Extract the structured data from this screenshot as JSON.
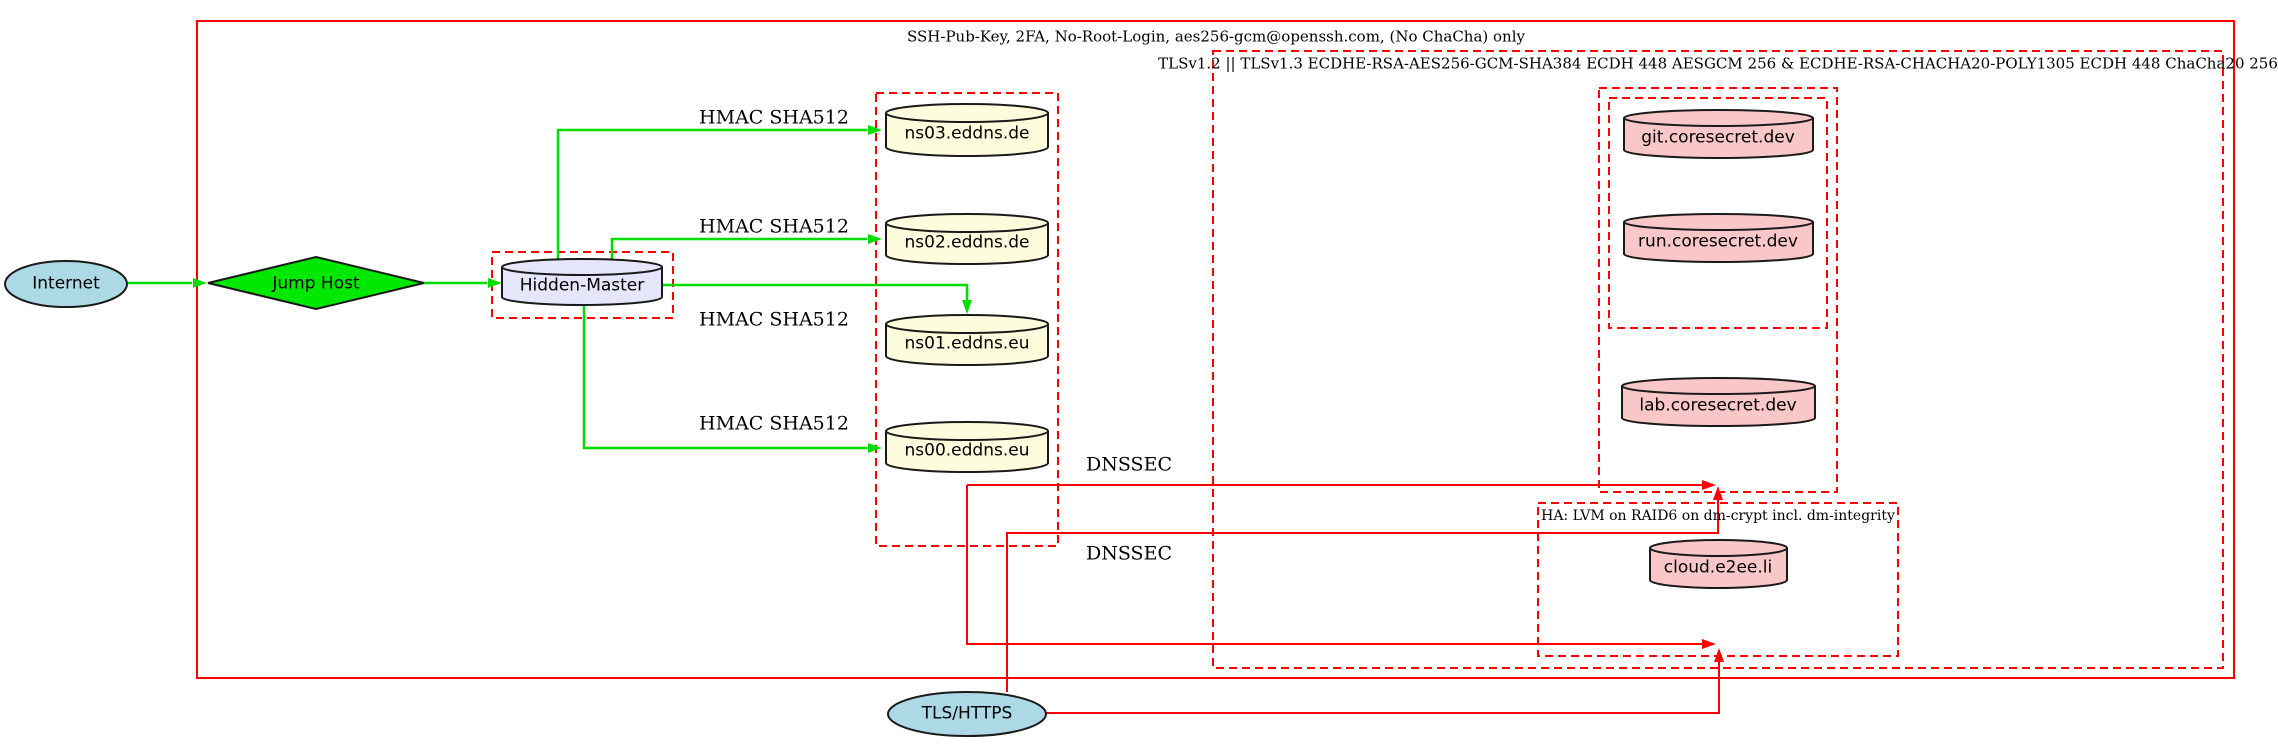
{
  "diagram": {
    "clusters": {
      "ssh": {
        "label": "SSH-Pub-Key, 2FA, No-Root-Login, aes256-gcm@openssh.com, (No ChaCha) only",
        "border_style": "solid",
        "border_color": "#ff0000"
      },
      "tls": {
        "label": "TLSv1.2 || TLSv1.3 ECDHE-RSA-AES256-GCM-SHA384 ECDH 448 AESGCM 256 & ECDHE-RSA-CHACHA20-POLY1305 ECDH 448 ChaCha20 256",
        "border_style": "dashed",
        "border_color": "#ff0000"
      },
      "eddns": {
        "label": "",
        "border_style": "dashed",
        "border_color": "#ff0000"
      },
      "hidden_master_box": {
        "label": "",
        "border_style": "dashed",
        "border_color": "#ff0000"
      },
      "coresecret_outer": {
        "label": "",
        "border_style": "dashed",
        "border_color": "#ff0000"
      },
      "coresecret_inner": {
        "label": "",
        "border_style": "dashed",
        "border_color": "#ff0000"
      },
      "ha": {
        "label": "HA: LVM on RAID6 on dm-crypt incl. dm-integrity",
        "border_style": "dashed",
        "border_color": "#ff0000"
      }
    },
    "nodes": {
      "internet": {
        "label": "Internet",
        "shape": "ellipse",
        "fill": "#add8e6"
      },
      "jump_host": {
        "label": "Jump Host",
        "shape": "diamond",
        "fill": "#00e800"
      },
      "hidden_master": {
        "label": "Hidden-Master",
        "shape": "cylinder",
        "fill": "#e6e6fa"
      },
      "ns03": {
        "label": "ns03.eddns.de",
        "shape": "cylinder",
        "fill": "#fdfcdc"
      },
      "ns02": {
        "label": "ns02.eddns.de",
        "shape": "cylinder",
        "fill": "#fdfcdc"
      },
      "ns01": {
        "label": "ns01.eddns.eu",
        "shape": "cylinder",
        "fill": "#fdfcdc"
      },
      "ns00": {
        "label": "ns00.eddns.eu",
        "shape": "cylinder",
        "fill": "#fdfcdc"
      },
      "git": {
        "label": "git.coresecret.dev",
        "shape": "cylinder",
        "fill": "#f9c7c7"
      },
      "run": {
        "label": "run.coresecret.dev",
        "shape": "cylinder",
        "fill": "#f9c7c7"
      },
      "lab": {
        "label": "lab.coresecret.dev",
        "shape": "cylinder",
        "fill": "#f9c7c7"
      },
      "cloud": {
        "label": "cloud.e2ee.li",
        "shape": "cylinder",
        "fill": "#f9c7c7"
      },
      "tls_https": {
        "label": "TLS/HTTPS",
        "shape": "ellipse",
        "fill": "#add8e6"
      }
    },
    "edge_labels": {
      "hmac_ns03": "HMAC SHA512",
      "hmac_ns02": "HMAC SHA512",
      "hmac_ns01": "HMAC SHA512",
      "hmac_ns00": "HMAC SHA512",
      "dnssec_1": "DNSSEC",
      "dnssec_2": "DNSSEC"
    },
    "colors": {
      "secure_transfer_edge": "#00dd00",
      "tls_dnssec_edge": "#ff0000",
      "cluster_border": "#ff0000",
      "node_outline": "#1a1a1a"
    }
  }
}
